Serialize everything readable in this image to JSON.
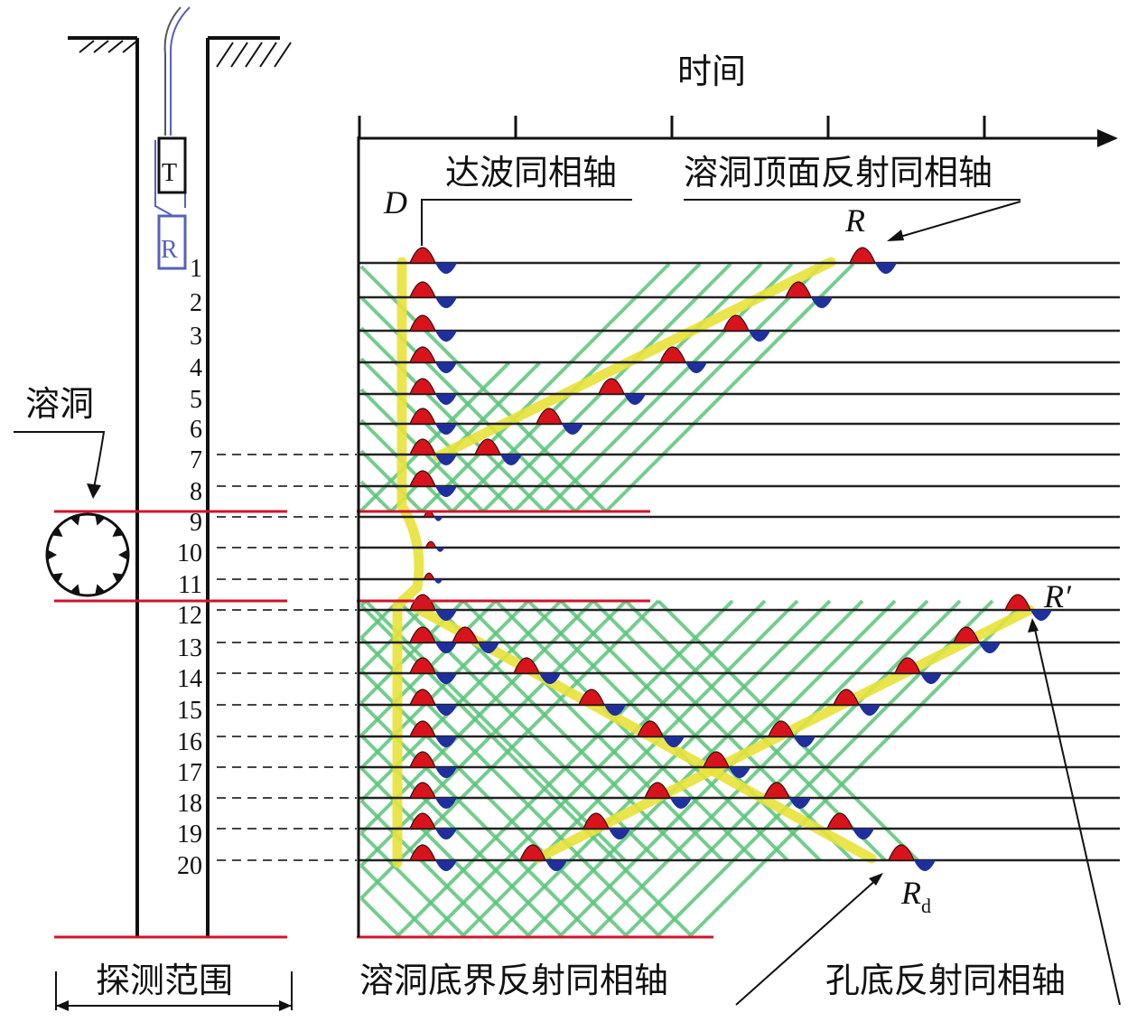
{
  "labels": {
    "time_axis": "时间",
    "direct_wave": "达波同相轴",
    "cave_top_reflection": "溶洞顶面反射同相轴",
    "cave": "溶洞",
    "detection_range": "探测范围",
    "cave_bottom_reflection": "溶洞底界反射同相轴",
    "borehole_bottom_reflection": "孔底反射同相轴",
    "transmitter": "T",
    "receiver": "R",
    "D": "D",
    "R": "R",
    "R_prime": "R′",
    "Rd_main": "R",
    "Rd_sub": "d"
  },
  "receiver_numbers": [
    "1",
    "2",
    "3",
    "4",
    "5",
    "6",
    "7",
    "8",
    "9",
    "10",
    "11",
    "12",
    "13",
    "14",
    "15",
    "16",
    "17",
    "18",
    "19",
    "20"
  ],
  "colors": {
    "positive": "#d8131b",
    "negative": "#1f2f9c",
    "ray": "#5cc47a",
    "event": "#e8e23a",
    "boundary": "#d0142a",
    "tool": "#5860b8"
  }
}
